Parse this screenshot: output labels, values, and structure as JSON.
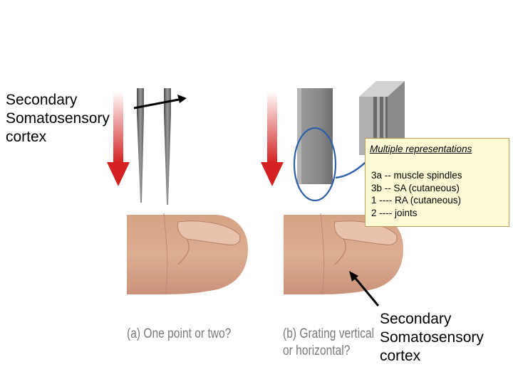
{
  "labels": {
    "secondary_left": [
      "Secondary",
      "Somatosensory",
      "cortex"
    ],
    "secondary_bottom": [
      "Secondary",
      "Somatosensory",
      "cortex"
    ]
  },
  "box": {
    "title": "Multiple representations",
    "lines": [
      "3a -- muscle spindles",
      "3b -- SA  (cutaneous)",
      "1 ---- RA  (cutaneous)",
      "2 ---- joints"
    ]
  },
  "captions": {
    "a": [
      "(a) One point or two?"
    ],
    "b": [
      "(b) Grating vertical",
      "or horizontal?"
    ]
  },
  "colors": {
    "arrow_red": "#d32020",
    "skin": "#d9a98c",
    "metal": "#8f8f8f",
    "highlight_circle": "#2f5fa8",
    "box_background": "#fdfbd6",
    "box_border": "#c99a5a",
    "caption_gray": "#7a7a7a"
  }
}
